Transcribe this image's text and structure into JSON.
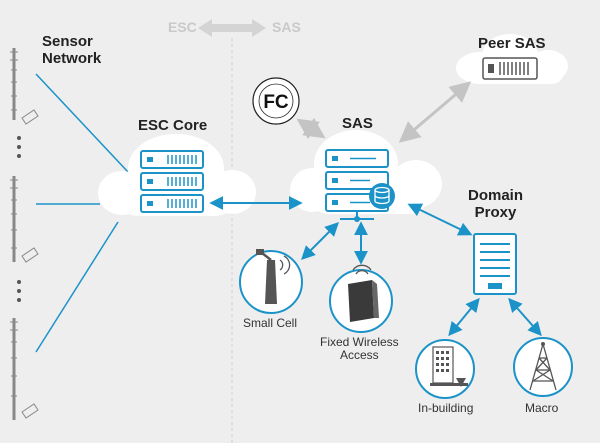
{
  "top_divider": {
    "left": "ESC",
    "right": "SAS"
  },
  "nodes": {
    "sensor_network": {
      "label_line1": "Sensor",
      "label_line2": "Network"
    },
    "esc_core": {
      "label": "ESC Core"
    },
    "sas": {
      "label": "SAS"
    },
    "peer_sas": {
      "label": "Peer SAS"
    },
    "domain_proxy": {
      "label_line1": "Domain",
      "label_line2": "Proxy"
    },
    "small_cell": {
      "label": "Small Cell"
    },
    "fixed_wireless": {
      "label_line1": "Fixed Wireless",
      "label_line2": "Access"
    },
    "in_building": {
      "label": "In-building"
    },
    "macro": {
      "label": "Macro"
    },
    "fcc_seal": {
      "text": "FC"
    }
  },
  "colors": {
    "background": "#eeeeef",
    "accent_blue": "#1b93c8",
    "cloud": "#ffffff",
    "divider_gray": "#c9c9c9",
    "arrow_gray": "#c4c4c4"
  }
}
